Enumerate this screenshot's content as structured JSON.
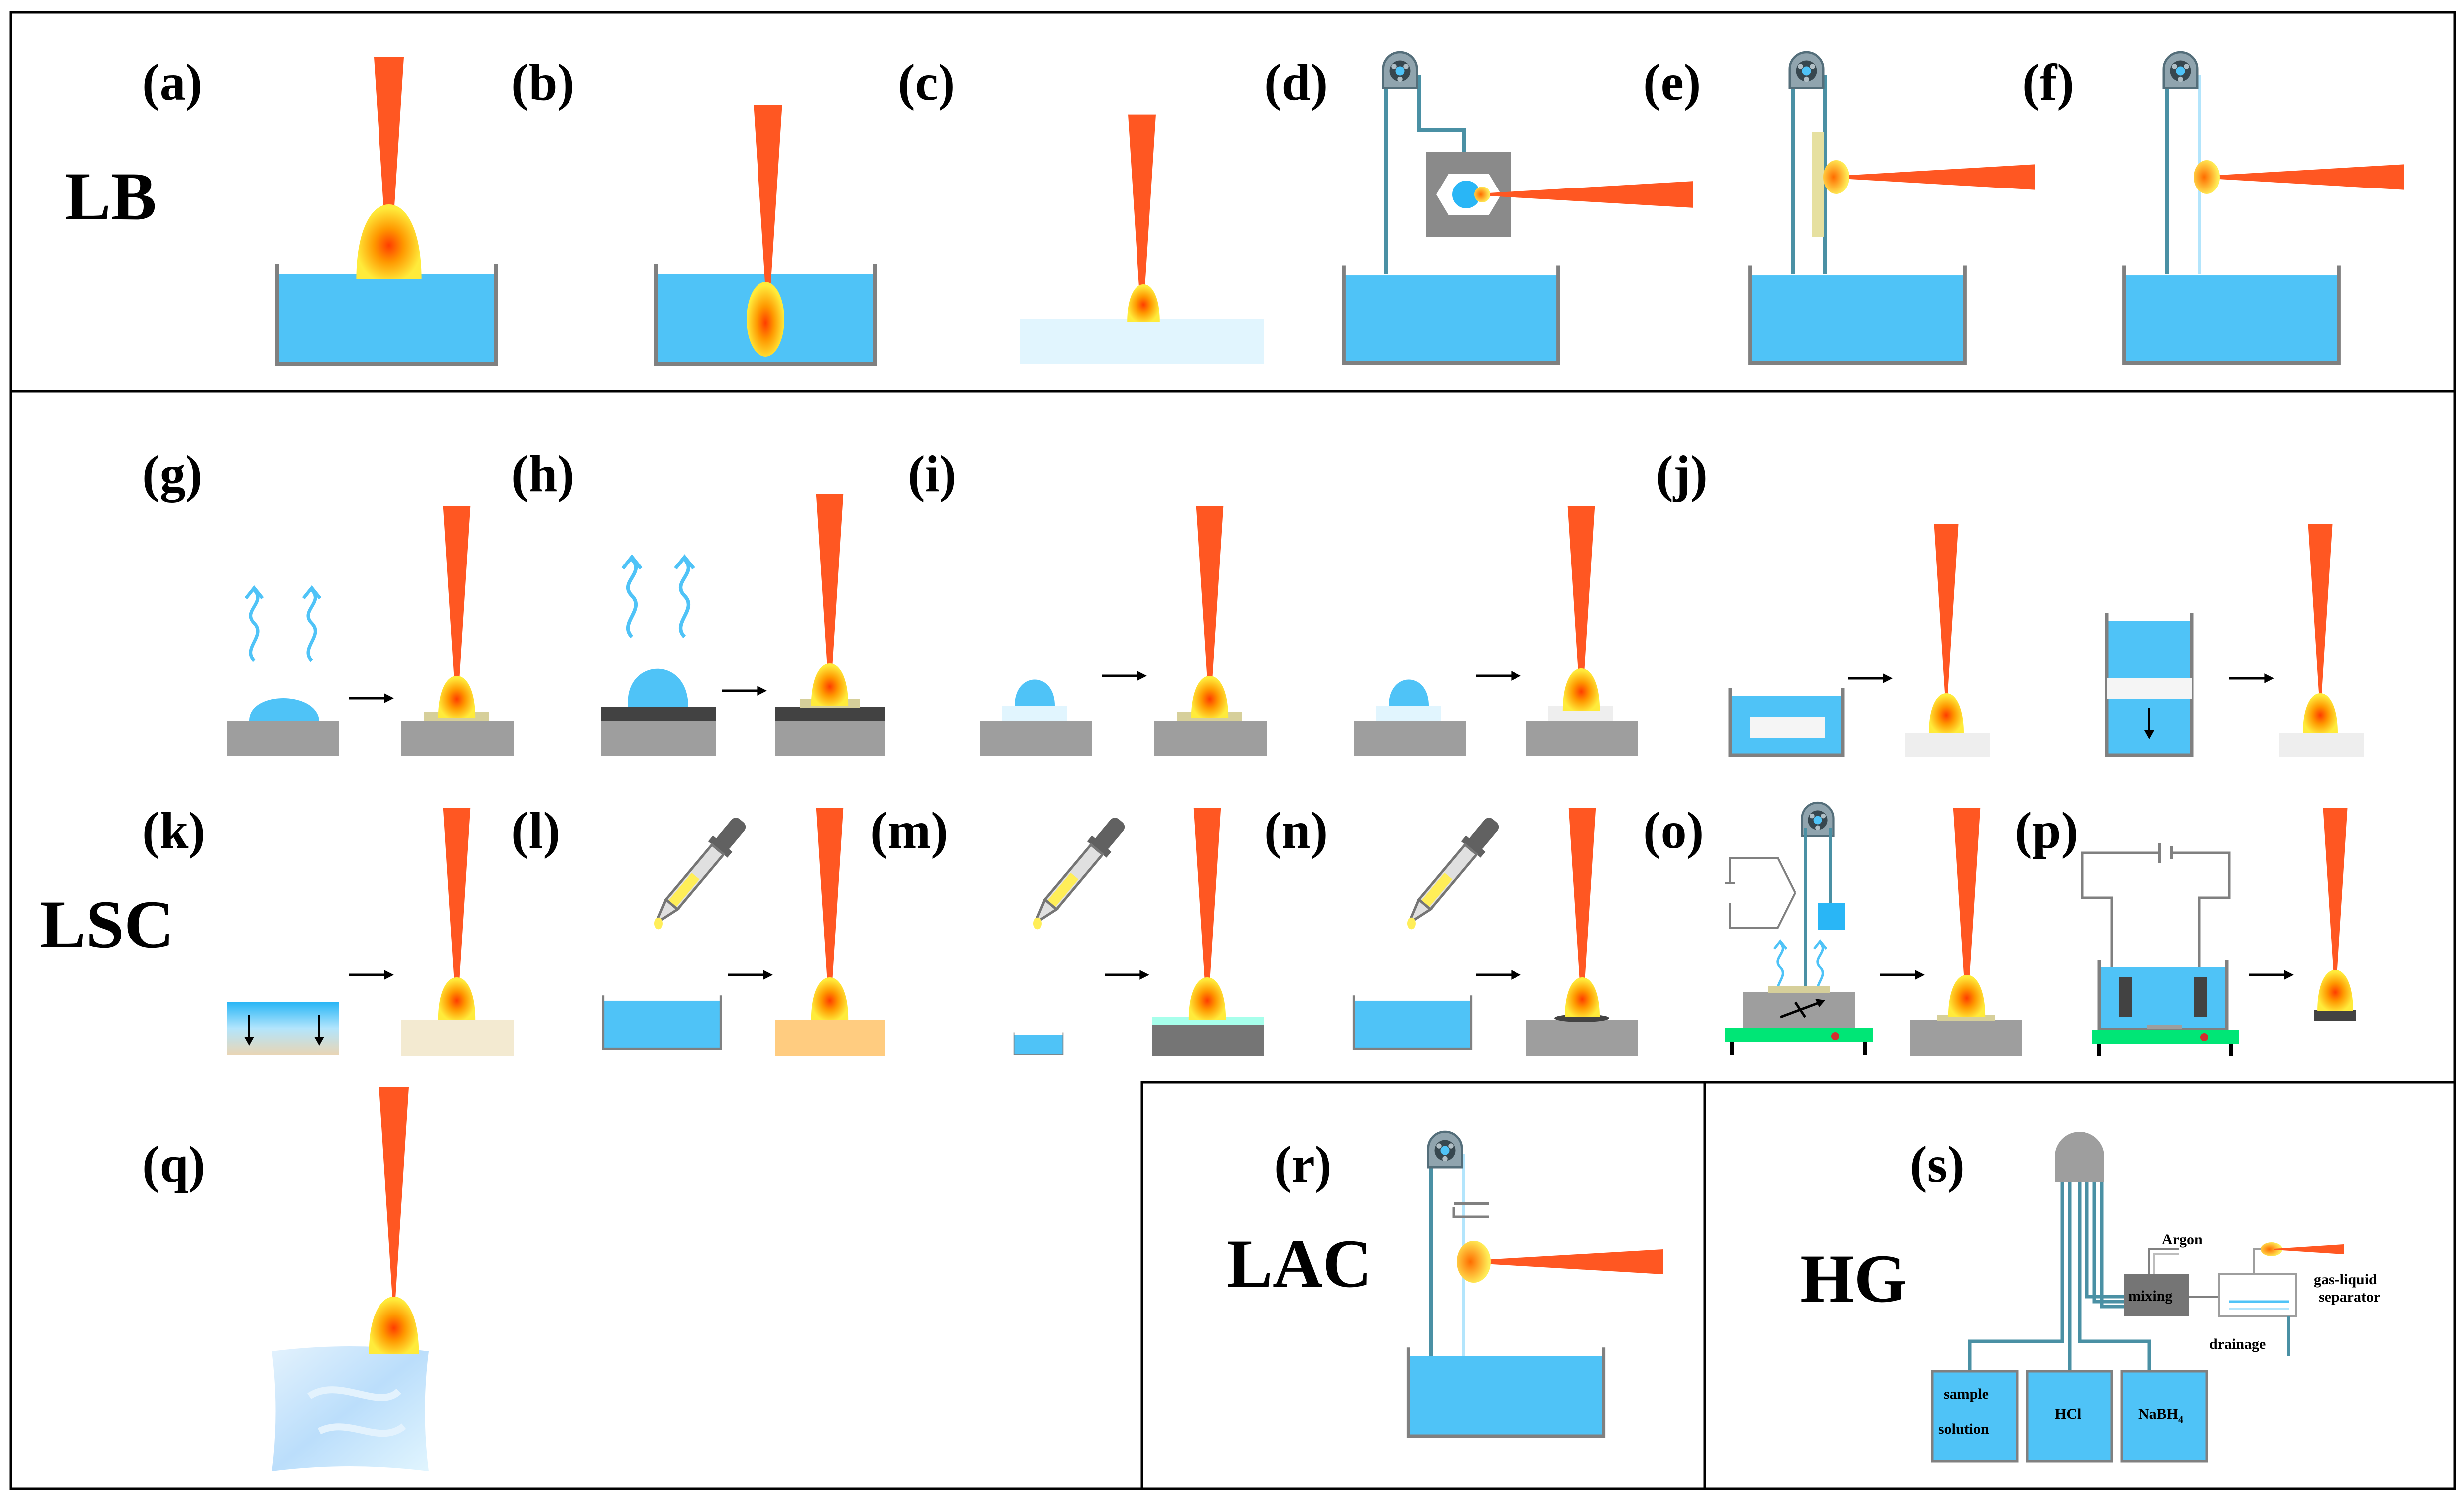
{
  "colors": {
    "liquid": "#4fc3f7",
    "container_wall": "#808080",
    "substrate": "#9e9e9e",
    "laser": "#ff5722",
    "plasma_core": "#ff6f00",
    "plasma_outer": "#ffd600",
    "stage": "#00e676",
    "pipette": "#616161"
  },
  "groups": {
    "lb": "LB",
    "lsc": "LSC",
    "lac": "LAC",
    "hg": "HG"
  },
  "panels": {
    "a": "(a)",
    "b": "(b)",
    "c": "(c)",
    "d": "(d)",
    "e": "(e)",
    "f": "(f)",
    "g": "(g)",
    "h": "(h)",
    "i": "(i)",
    "j": "(j)",
    "k": "(k)",
    "l": "(l)",
    "m": "(m)",
    "n": "(n)",
    "o": "(o)",
    "p": "(p)",
    "q": "(q)",
    "r": "(r)",
    "s": "(s)"
  },
  "hg_labels": {
    "argon": "Argon",
    "mixing": "mixing",
    "separator_line1": "gas-liquid",
    "separator_line2": "separator",
    "drainage": "drainage",
    "sample_line1": "sample",
    "sample_line2": "solution",
    "hcl": "HCl",
    "nabh4": "NaBH",
    "nabh4_sub": "4"
  }
}
